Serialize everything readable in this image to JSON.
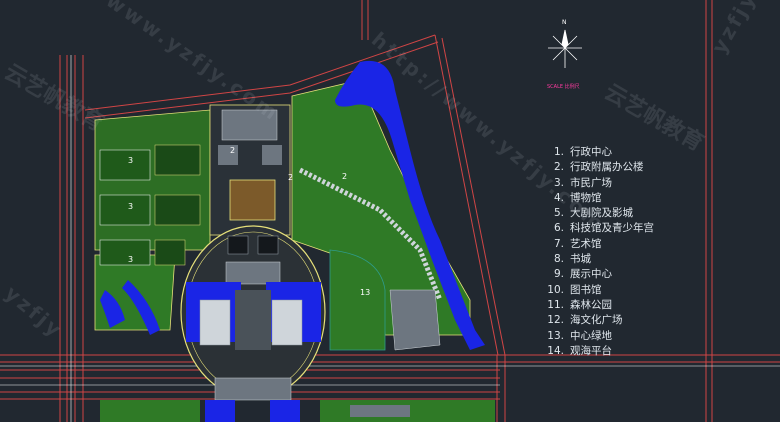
{
  "legend": [
    {
      "num": "1.",
      "label": "行政中心"
    },
    {
      "num": "2.",
      "label": "行政附属办公楼"
    },
    {
      "num": "3.",
      "label": "市民广场"
    },
    {
      "num": "4.",
      "label": "博物馆"
    },
    {
      "num": "5.",
      "label": "大剧院及影城"
    },
    {
      "num": "6.",
      "label": "科技馆及青少年宫"
    },
    {
      "num": "7.",
      "label": "艺术馆"
    },
    {
      "num": "8.",
      "label": "书城"
    },
    {
      "num": "9.",
      "label": "展示中心"
    },
    {
      "num": "10.",
      "label": "图书馆"
    },
    {
      "num": "11.",
      "label": "森林公园"
    },
    {
      "num": "12.",
      "label": "海文化广场"
    },
    {
      "num": "13.",
      "label": "中心绿地"
    },
    {
      "num": "14.",
      "label": "观海平台"
    }
  ],
  "scale_label": "SCALE 比例尺",
  "plan_labels": {
    "block_3a": "3",
    "block_3b": "3",
    "block_3c": "3",
    "block_13": "13",
    "block_2a": "2",
    "block_2b": "2",
    "block_2c": "2"
  },
  "watermarks": {
    "brand": "云艺帆教育",
    "url": "www.yzfjy.com",
    "url_short": "yzfjy",
    "http": "http://www.yzfjy.com"
  },
  "colors": {
    "background": "#212830",
    "green": "#2f7a26",
    "water": "#1a25e6",
    "road": "#d94a4a",
    "outline": "#e6e07a",
    "text": "#dfe6ec"
  }
}
